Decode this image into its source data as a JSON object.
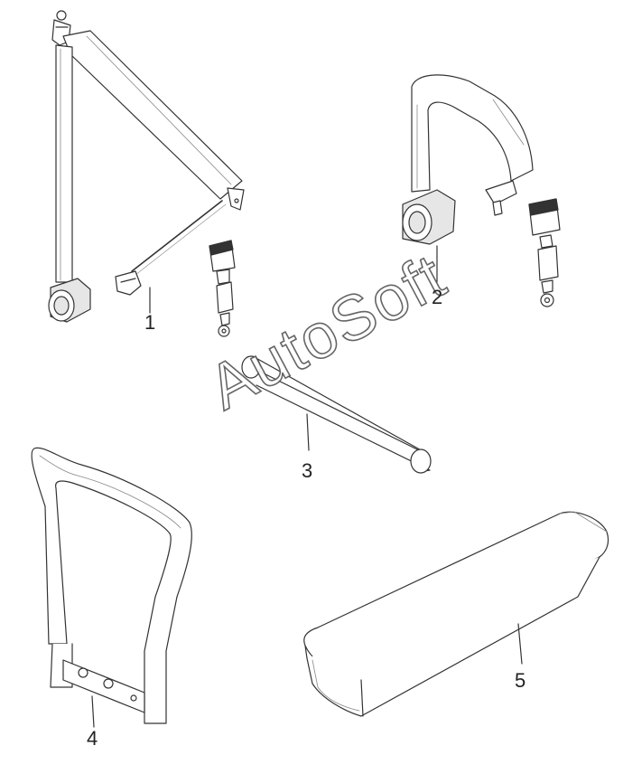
{
  "callouts": {
    "p1": "1",
    "p2": "2",
    "p3": "3",
    "p4": "4",
    "p5": "5"
  },
  "watermark": "AutoSoft",
  "colors": {
    "line": "#333333",
    "fill": "#ffffff",
    "shade": "#e6e6e6"
  }
}
